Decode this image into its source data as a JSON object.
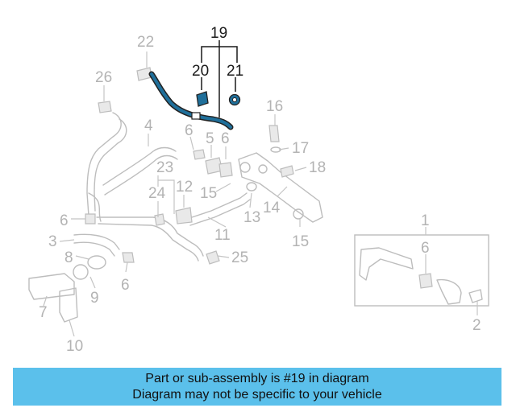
{
  "diagram": {
    "callouts": {
      "n1": "1",
      "n2": "2",
      "n3": "3",
      "n4": "4",
      "n5": "5",
      "n6a": "6",
      "n6b": "6",
      "n6c": "6",
      "n6d": "6",
      "n6e": "6",
      "n7": "7",
      "n8": "8",
      "n9": "9",
      "n10": "10",
      "n11": "11",
      "n12": "12",
      "n13": "13",
      "n14": "14",
      "n15a": "15",
      "n15b": "15",
      "n16": "16",
      "n17": "17",
      "n18": "18",
      "n19": "19",
      "n20": "20",
      "n21": "21",
      "n22": "22",
      "n23": "23",
      "n24": "24",
      "n25": "25",
      "n26": "26"
    },
    "highlight_color": "#1f6f9a"
  },
  "banner": {
    "line1": "Part or sub-assembly is #19 in diagram",
    "line2": "Diagram may not be specific to your vehicle",
    "color": "#5bc0eb"
  }
}
